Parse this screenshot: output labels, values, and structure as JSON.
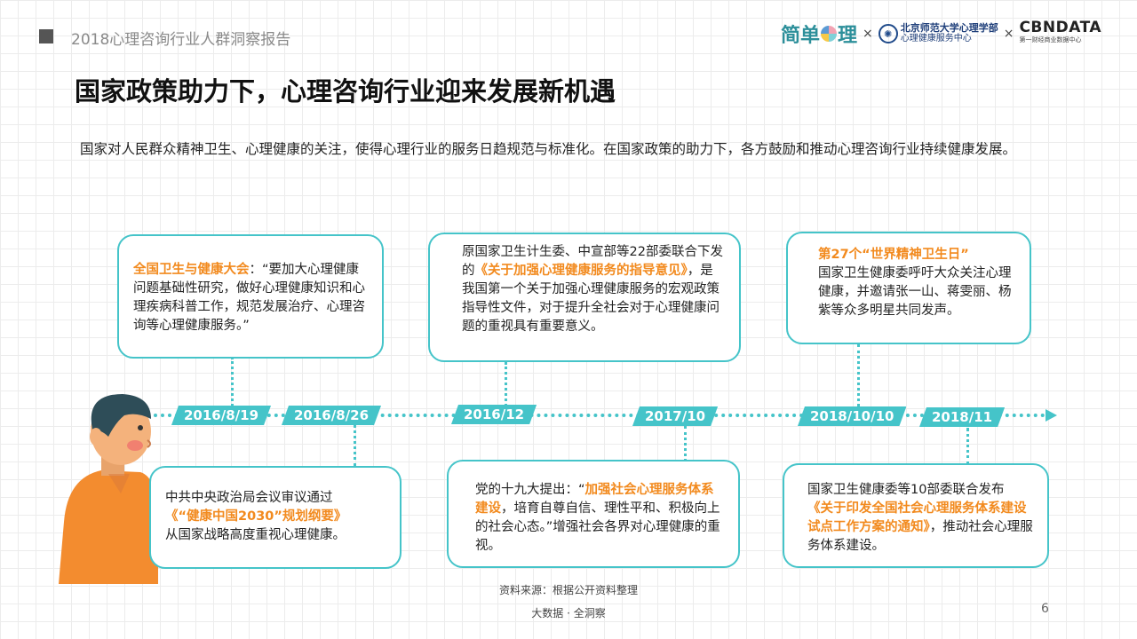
{
  "header": {
    "report_title": "2018心理咨询行业人群洞察报告",
    "logo_jiandan_left": "简单",
    "logo_jiandan_right": "理",
    "times": "×",
    "logo_bnu_line1": "北京师范大学心理学部",
    "logo_bnu_line2": "心理健康服务中心",
    "logo_cbn_line1": "CBNDATA",
    "logo_cbn_line2": "第一财经商业数据中心"
  },
  "title": "国家政策助力下，心理咨询行业迎来发展新机遇",
  "intro": "国家对人民群众精神卫生、心理健康的关注，使得心理行业的服务日趋规范与标准化。在国家政策的助力下，各方鼓励和推动心理咨询行业持续健康发展。",
  "timeline": {
    "dates": [
      "2016/8/19",
      "2016/8/26",
      "2016/12",
      "2017/10",
      "2018/10/10",
      "2018/11"
    ]
  },
  "cards": {
    "c1": {
      "hl": "全国卫生与健康大会",
      "text": "：“要加大心理健康问题基础性研究，做好心理健康知识和心理疾病科普工作，规范发展治疗、心理咨询等心理健康服务。”"
    },
    "c2": {
      "pre": "中共中央政治局会议审议通过",
      "hl": "《“健康中国2030”规划纲要》",
      "post": "从国家战略高度重视心理健康。"
    },
    "c3": {
      "pre": "原国家卫生计生委、中宣部等22部委联合下发的",
      "hl": "《关于加强心理健康服务的指导意见》",
      "post": "，是我国第一个关于加强心理健康服务的宏观政策指导性文件，对于提升全社会对于心理健康问题的重视具有重要意义。"
    },
    "c4": {
      "pre": "党的十九大提出：“",
      "hl": "加强社会心理服务体系建设",
      "post": "，培育自尊自信、理性平和、积极向上的社会心态。”增强社会各界对心理健康的重视。"
    },
    "c5": {
      "hl": "第27个“世界精神卫生日”",
      "post": "国家卫生健康委呼吁大众关注心理健康，并邀请张一山、蒋雯丽、杨紫等众多明星共同发声。"
    },
    "c6": {
      "pre": "国家卫生健康委等10部委联合发布",
      "hl": "《关于印发全国社会心理服务体系建设试点工作方案的通知》",
      "post": "，推动社会心理服务体系建设。"
    }
  },
  "source": "资料来源：根据公开资料整理",
  "footer": "大数据 · 全洞察",
  "page_number": "6",
  "colors": {
    "accent": "#45c4c9",
    "highlight": "#f28a1e"
  }
}
